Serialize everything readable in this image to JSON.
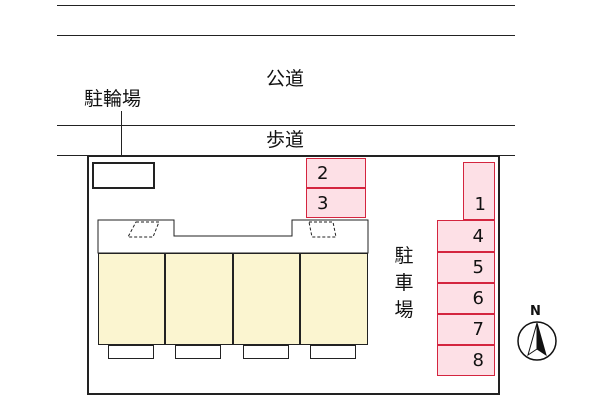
{
  "labels": {
    "public_road": "公道",
    "sidewalk": "歩道",
    "bicycle_parking": "駐輪場",
    "parking_lot_chars": [
      "駐",
      "車",
      "場"
    ],
    "north": "N"
  },
  "parking_spaces": [
    {
      "number": "1"
    },
    {
      "number": "2"
    },
    {
      "number": "3"
    },
    {
      "number": "4"
    },
    {
      "number": "5"
    },
    {
      "number": "6"
    },
    {
      "number": "7"
    },
    {
      "number": "8"
    }
  ],
  "colors": {
    "parking_fill": "#fde0e6",
    "parking_border": "#d4253f",
    "unit_fill": "#fbf5d0"
  }
}
